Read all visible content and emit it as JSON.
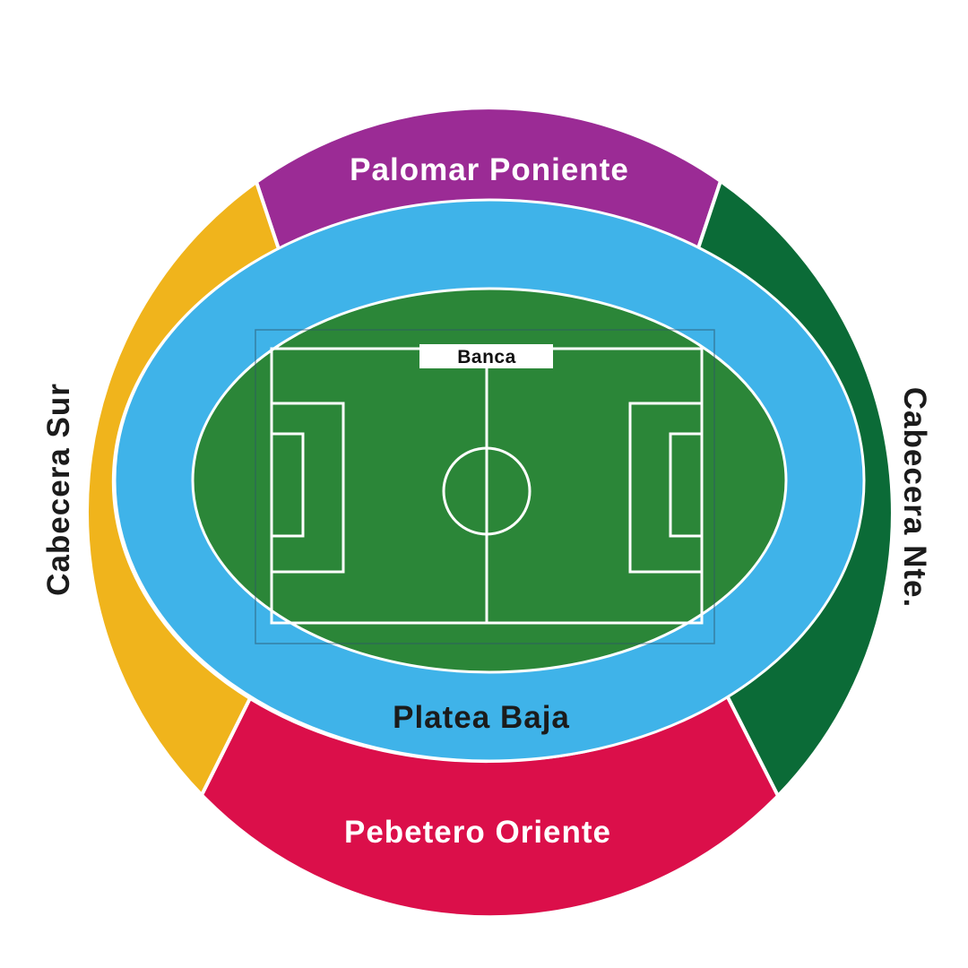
{
  "stadium": {
    "sections": [
      {
        "id": "palomar-poniente",
        "label": "Palomar Poniente",
        "color": "#9B2B95",
        "text_color": "#FFFFFF",
        "position": "top-outer"
      },
      {
        "id": "cabecera-sur",
        "label": "Cabecera Sur",
        "color": "#F0B41C",
        "text_color": "#1B1B1B",
        "position": "left-outer"
      },
      {
        "id": "cabecera-norte",
        "label": "Cabecera Nte.",
        "color": "#0B6B37",
        "text_color": "#1B1B1B",
        "position": "right-outer"
      },
      {
        "id": "pebetero-oriente",
        "label": "Pebetero Oriente",
        "color": "#DB0F4A",
        "text_color": "#FFFFFF",
        "position": "bottom-outer"
      },
      {
        "id": "platea-baja",
        "label": "Platea Baja",
        "color": "#3FB3E9",
        "text_color": "#1B1B1B",
        "position": "inner-ring"
      }
    ],
    "field": {
      "banca_label": "Banca",
      "grass_color": "#2B8638",
      "line_color": "#FFFFFF"
    }
  }
}
